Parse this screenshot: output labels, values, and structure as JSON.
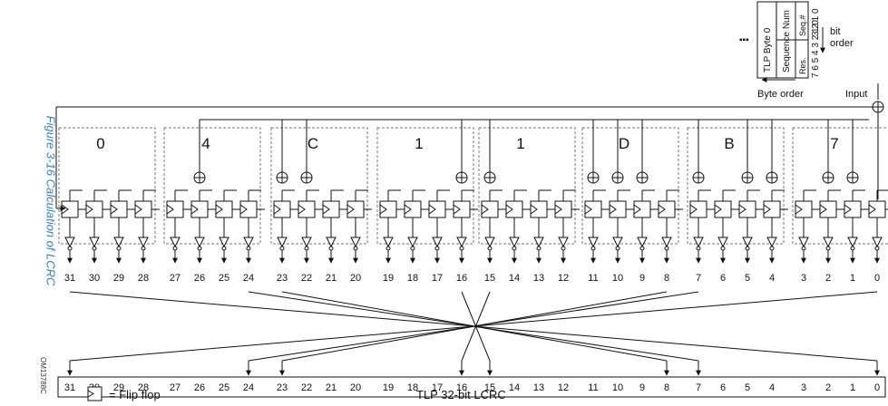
{
  "figure_caption": "Figure 3-16 Calculation of LCRC",
  "figure_id": "OM13788C",
  "input_label": "Input",
  "byte_order_label": "Byte order",
  "bit_order_label": "bit\norder",
  "ellipsis": "▪▪▪",
  "tlp_byte0_label": "TLP Byte 0",
  "sequence_num_label": "Sequence Num",
  "seq_hash_label": "Seq.#",
  "res_label": "Res.",
  "seq_bits": "3 2 1 0",
  "byte_bits": "7 6 5 4 3 2 1 0",
  "hex_digits": [
    "0",
    "4",
    "C",
    "1",
    "1",
    "D",
    "B",
    "7"
  ],
  "bits_top": [
    "31",
    "30",
    "29",
    "28",
    "27",
    "26",
    "25",
    "24",
    "23",
    "22",
    "21",
    "20",
    "19",
    "18",
    "17",
    "16",
    "15",
    "14",
    "13",
    "12",
    "11",
    "10",
    "9",
    "8",
    "7",
    "6",
    "5",
    "4",
    "3",
    "2",
    "1",
    "0"
  ],
  "bits_bottom": [
    "31",
    "30",
    "29",
    "28",
    "27",
    "26",
    "25",
    "24",
    "23",
    "22",
    "21",
    "20",
    "19",
    "18",
    "17",
    "16",
    "15",
    "14",
    "13",
    "12",
    "11",
    "10",
    "9",
    "8",
    "7",
    "6",
    "5",
    "4",
    "3",
    "2",
    "1",
    "0"
  ],
  "legend_text": "= Flip flop",
  "output_label": "TLP 32-bit LCRC"
}
